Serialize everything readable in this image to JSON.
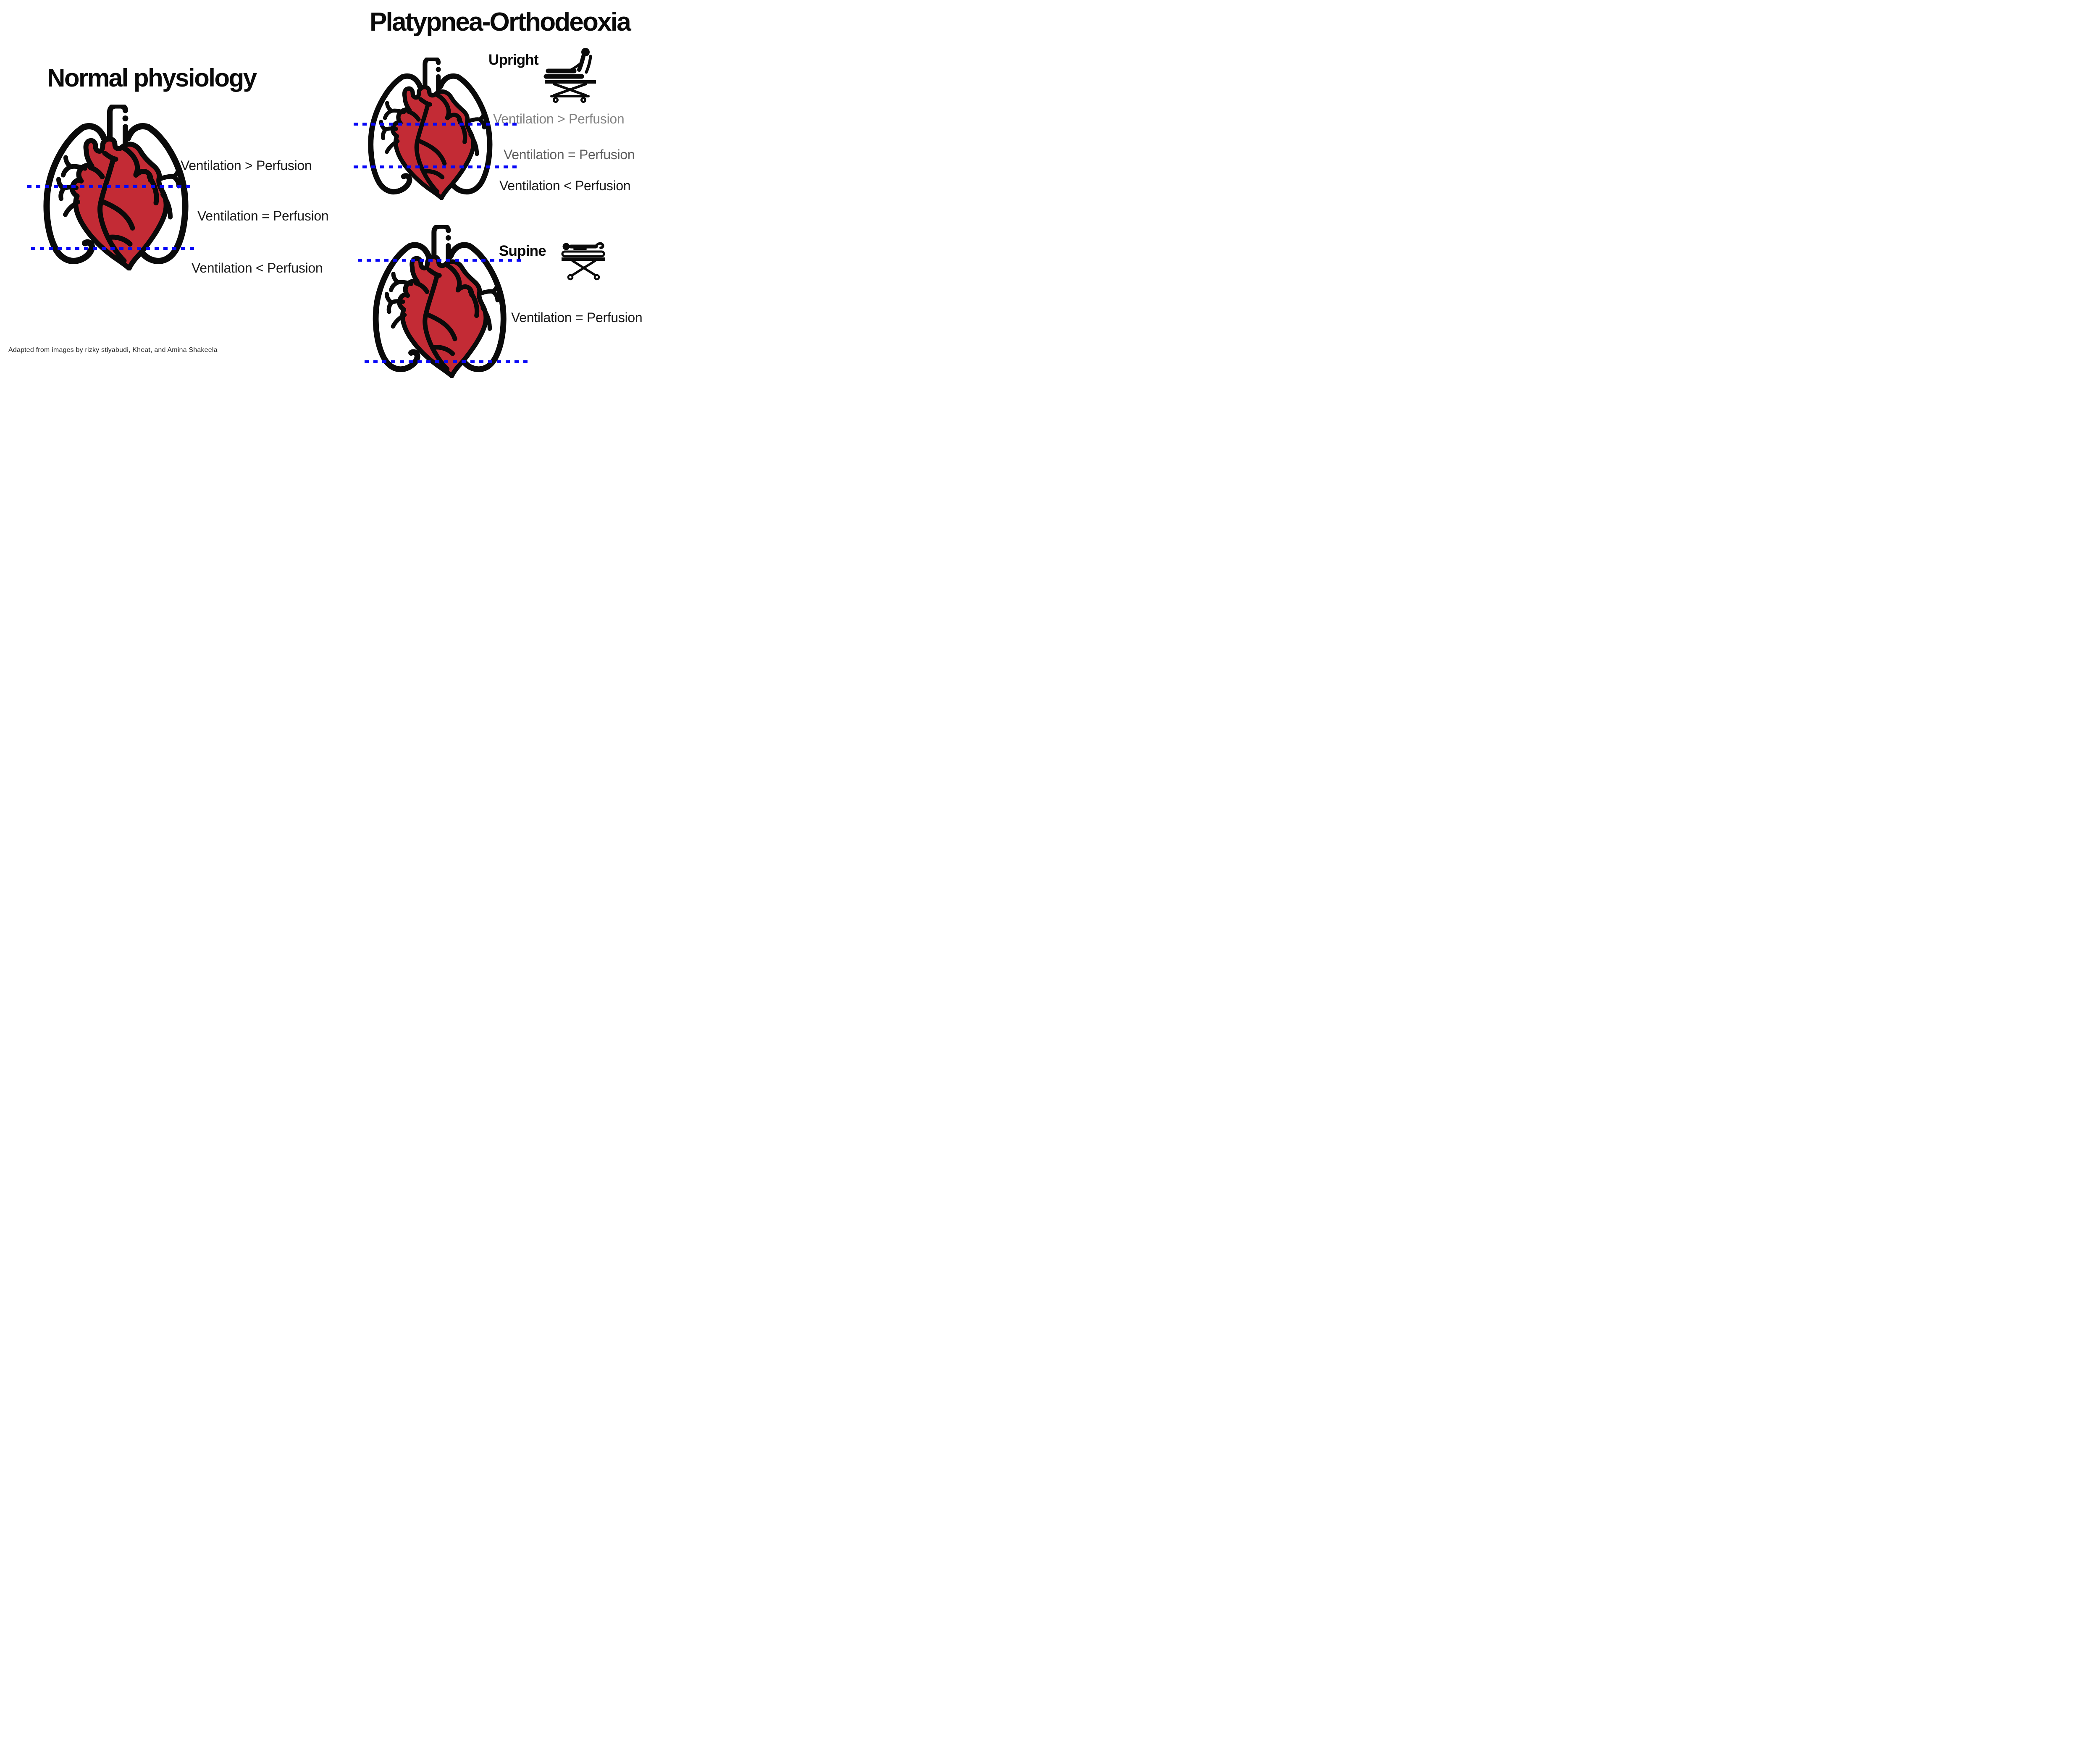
{
  "colors": {
    "heart_red": "#C32B35",
    "dash_blue": "#0807F6",
    "outline_black": "#0A0A0A",
    "gray_light": "#838383",
    "gray_dark": "#5E5E5E",
    "label_black": "#1A1A1A"
  },
  "left_panel": {
    "title": "Normal physiology",
    "zones": [
      {
        "text": "Ventilation > Perfusion",
        "color": "#1A1A1A"
      },
      {
        "text": "Ventilation = Perfusion",
        "color": "#1A1A1A"
      },
      {
        "text": "Ventilation < Perfusion",
        "color": "#1A1A1A"
      }
    ]
  },
  "right_panel": {
    "title": "Platypnea-Orthodeoxia",
    "upright": {
      "label": "Upright",
      "icon": "stretcher-sitting-icon",
      "zones": [
        {
          "text": "Ventilation > Perfusion",
          "color": "#838383"
        },
        {
          "text": "Ventilation = Perfusion",
          "color": "#5E5E5E"
        },
        {
          "text": "Ventilation < Perfusion",
          "color": "#1A1A1A"
        }
      ]
    },
    "supine": {
      "label": "Supine",
      "icon": "stretcher-lying-icon",
      "zones": [
        {
          "text": "Ventilation = Perfusion",
          "color": "#1A1A1A"
        }
      ]
    }
  },
  "footer": {
    "attribution": "Adapted from images by rizky stiyabudi, Kheat, and Amina Shakeela"
  }
}
